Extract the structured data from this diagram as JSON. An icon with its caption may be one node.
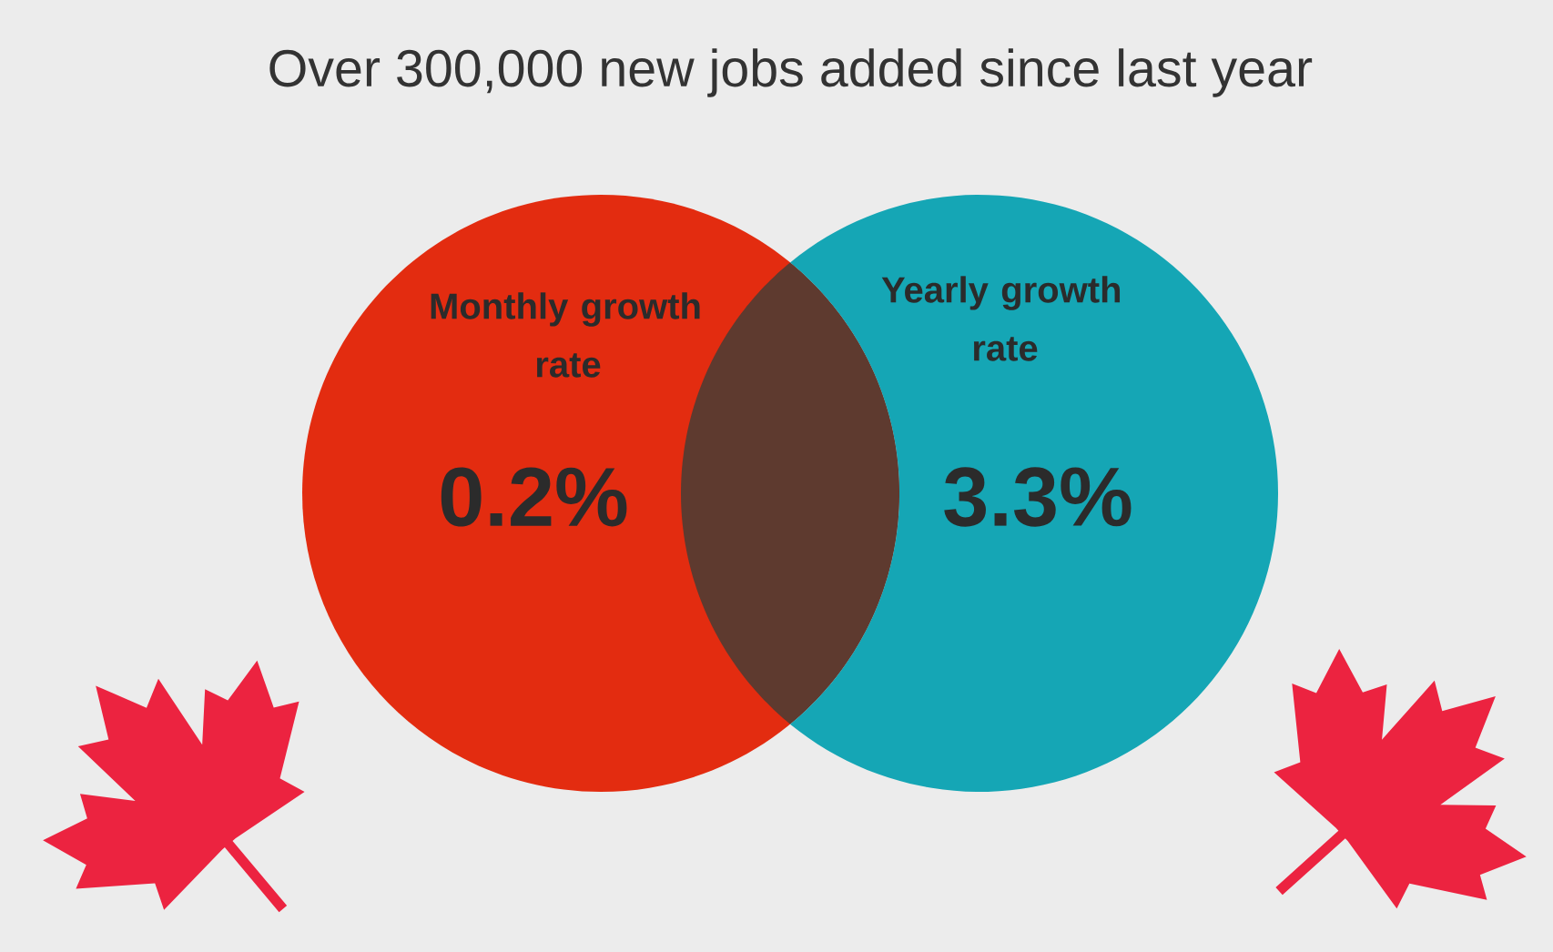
{
  "diagram": {
    "title": "Over 300,000 new jobs added since last year",
    "nodes": [
      {
        "text": [
          "Monthly growth rate",
          "0.2%"
        ]
      },
      {
        "text": [
          "Yearly growth rate",
          "3.3%"
        ]
      },
      {
        "text": [],
        "shape": "picture"
      },
      {
        "text": [],
        "shape": "picture"
      }
    ]
  }
}
